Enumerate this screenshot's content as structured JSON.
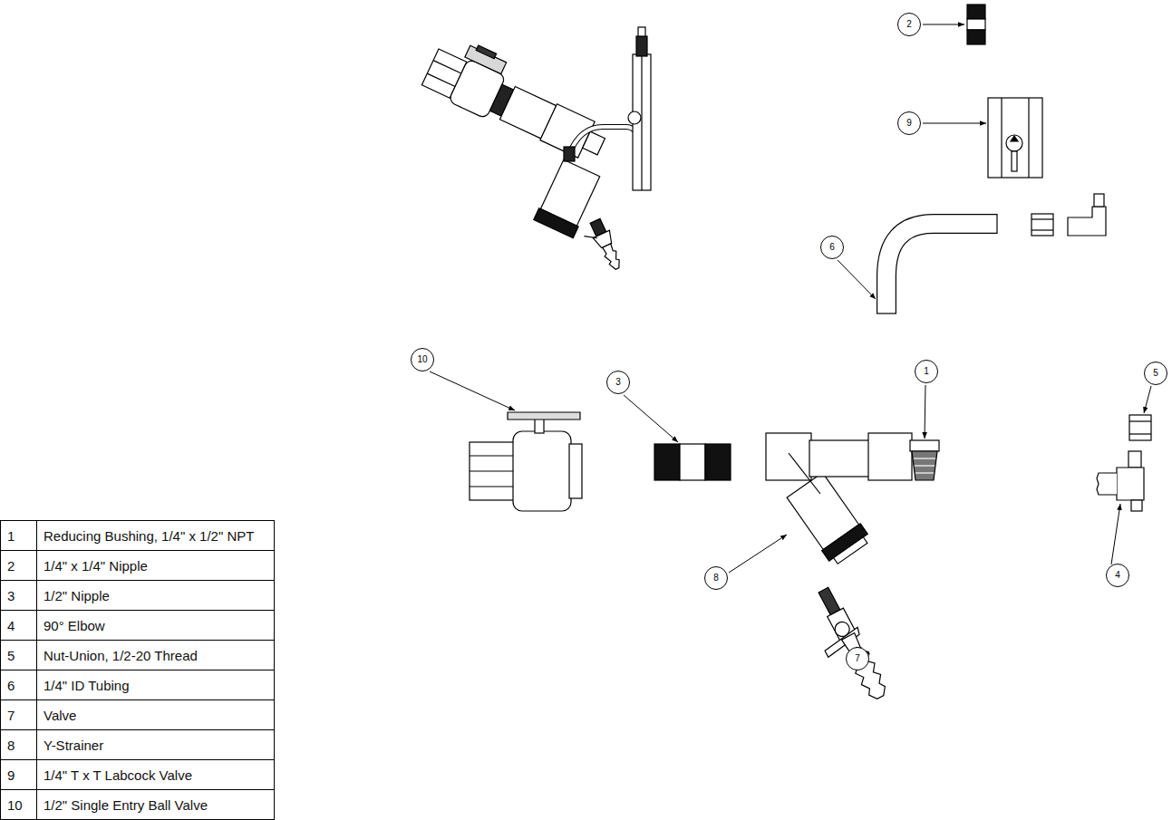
{
  "diagram": {
    "nodes": [
      {
        "text": [
          "2"
        ]
      },
      {
        "text": [
          "9"
        ]
      },
      {
        "text": [
          "6"
        ]
      },
      {
        "text": [
          "10"
        ]
      },
      {
        "text": [
          "1"
        ]
      },
      {
        "text": [
          "5"
        ]
      },
      {
        "text": [
          "3"
        ]
      },
      {
        "text": [
          "4"
        ]
      },
      {
        "text": [
          "8"
        ]
      },
      {
        "text": [
          "7"
        ]
      }
    ],
    "labels": [
      "1",
      "Reducing Bushing, 1/4\" x 1/2\" NPT",
      "2",
      "1/4\" x 1/4\" Nipple",
      "3",
      "1/2\" Nipple",
      "4",
      "90° Elbow",
      "5",
      "Nut-Union, 1/2-20 Thread",
      "6",
      "1/4\" ID Tubing",
      "7",
      "Valve",
      "8",
      "Y-Strainer",
      "9",
      "1/4\" T x T Labcock Valve",
      "10",
      "1/2\" Single Entry Ball Valve"
    ]
  }
}
